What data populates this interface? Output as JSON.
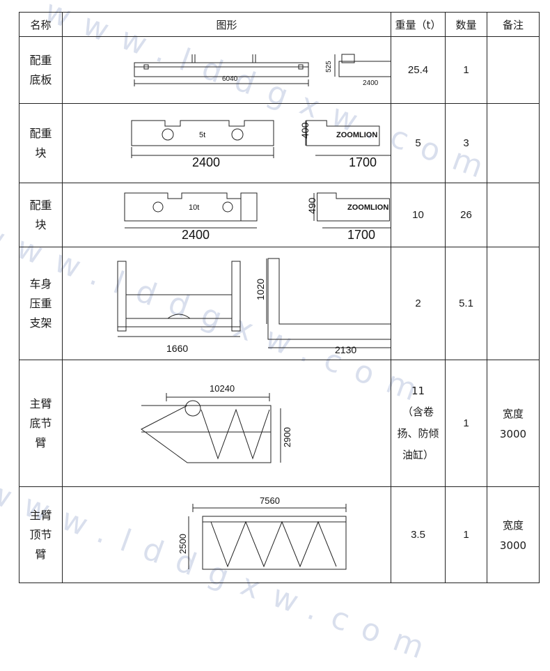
{
  "header": {
    "name": "名称",
    "figure": "图形",
    "weight": "重量（t）",
    "qty": "数量",
    "note": "备注"
  },
  "rows": [
    {
      "name": [
        "配重",
        "底板"
      ],
      "dims": [
        "6040",
        "525",
        "2400"
      ],
      "weight": [
        "25.4"
      ],
      "qty": "1",
      "note": []
    },
    {
      "name": [
        "配重",
        "块"
      ],
      "dims": [
        "2400",
        "5t",
        "400",
        "1700",
        "ZOOMLION"
      ],
      "weight": [
        "5"
      ],
      "qty": "3",
      "note": []
    },
    {
      "name": [
        "配重",
        "块"
      ],
      "dims": [
        "2400",
        "10t",
        "490",
        "1700",
        "ZOOMLION"
      ],
      "weight": [
        "10"
      ],
      "qty": "26",
      "note": []
    },
    {
      "name": [
        "车身",
        "压重",
        "支架"
      ],
      "dims": [
        "1660",
        "1020",
        "2130"
      ],
      "weight": [
        "2"
      ],
      "qty": "5.1",
      "note": []
    },
    {
      "name": [
        "主臂",
        "底节",
        "臂"
      ],
      "dims": [
        "10240",
        "2900"
      ],
      "weight": [
        "11",
        "（含卷",
        "扬、防倾",
        "油缸）"
      ],
      "qty": "1",
      "note": [
        "宽度",
        "3000"
      ]
    },
    {
      "name": [
        "主臂",
        "顶节",
        "臂"
      ],
      "dims": [
        "7560",
        "2500"
      ],
      "weight": [
        "3.5"
      ],
      "qty": "1",
      "note": [
        "宽度",
        "3000"
      ]
    }
  ],
  "watermark": [
    "www.lddgxw.com",
    "www.lddgxw.com",
    "www.lddgxw.com"
  ]
}
